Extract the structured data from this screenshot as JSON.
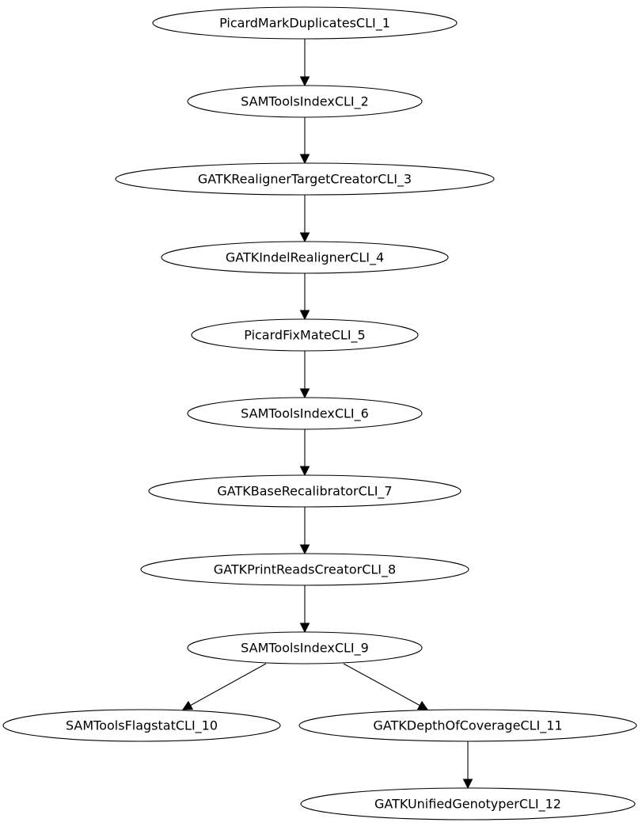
{
  "diagram": {
    "type": "flowchart",
    "colors": {
      "stroke": "#000000",
      "fill": "#ffffff",
      "text": "#000000"
    },
    "nodes": [
      {
        "id": "n1",
        "label": "PicardMarkDuplicatesCLI_1"
      },
      {
        "id": "n2",
        "label": "SAMToolsIndexCLI_2"
      },
      {
        "id": "n3",
        "label": "GATKRealignerTargetCreatorCLI_3"
      },
      {
        "id": "n4",
        "label": "GATKIndelRealignerCLI_4"
      },
      {
        "id": "n5",
        "label": "PicardFixMateCLI_5"
      },
      {
        "id": "n6",
        "label": "SAMToolsIndexCLI_6"
      },
      {
        "id": "n7",
        "label": "GATKBaseRecalibratorCLI_7"
      },
      {
        "id": "n8",
        "label": "GATKPrintReadsCreatorCLI_8"
      },
      {
        "id": "n9",
        "label": "SAMToolsIndexCLI_9"
      },
      {
        "id": "n10",
        "label": "SAMToolsFlagstatCLI_10"
      },
      {
        "id": "n11",
        "label": "GATKDepthOfCoverageCLI_11"
      },
      {
        "id": "n12",
        "label": "GATKUnifiedGenotyperCLI_12"
      }
    ],
    "edges": [
      {
        "from": "n1",
        "to": "n2"
      },
      {
        "from": "n2",
        "to": "n3"
      },
      {
        "from": "n3",
        "to": "n4"
      },
      {
        "from": "n4",
        "to": "n5"
      },
      {
        "from": "n5",
        "to": "n6"
      },
      {
        "from": "n6",
        "to": "n7"
      },
      {
        "from": "n7",
        "to": "n8"
      },
      {
        "from": "n8",
        "to": "n9"
      },
      {
        "from": "n9",
        "to": "n10"
      },
      {
        "from": "n9",
        "to": "n11"
      },
      {
        "from": "n11",
        "to": "n12"
      }
    ]
  }
}
